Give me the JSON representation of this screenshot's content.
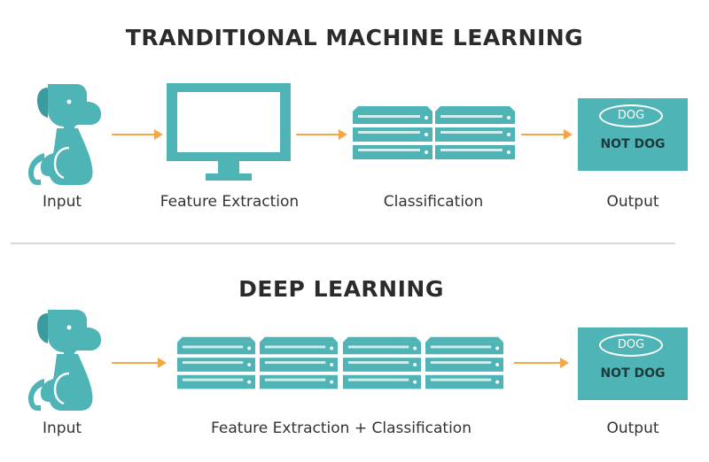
{
  "traditional": {
    "title": "TRANDITIONAL MACHINE LEARNING",
    "labels": {
      "input": "Input",
      "feature": "Feature Extraction",
      "classification": "Classification",
      "output": "Output"
    },
    "output_box": {
      "dog": "DOG",
      "not_dog": "NOT DOG"
    }
  },
  "deep": {
    "title": "DEEP LEARNING",
    "labels": {
      "input": "Input",
      "combined": "Feature Extraction + Classification",
      "output": "Output"
    },
    "output_box": {
      "dog": "DOG",
      "not_dog": "NOT DOG"
    }
  },
  "colors": {
    "teal": "#4eb4b5",
    "arrow": "#f5a84a",
    "dark_text": "#2b2b2b"
  },
  "icons": [
    "dog-icon",
    "monitor-icon",
    "server-stack-icon",
    "arrow-icon"
  ]
}
